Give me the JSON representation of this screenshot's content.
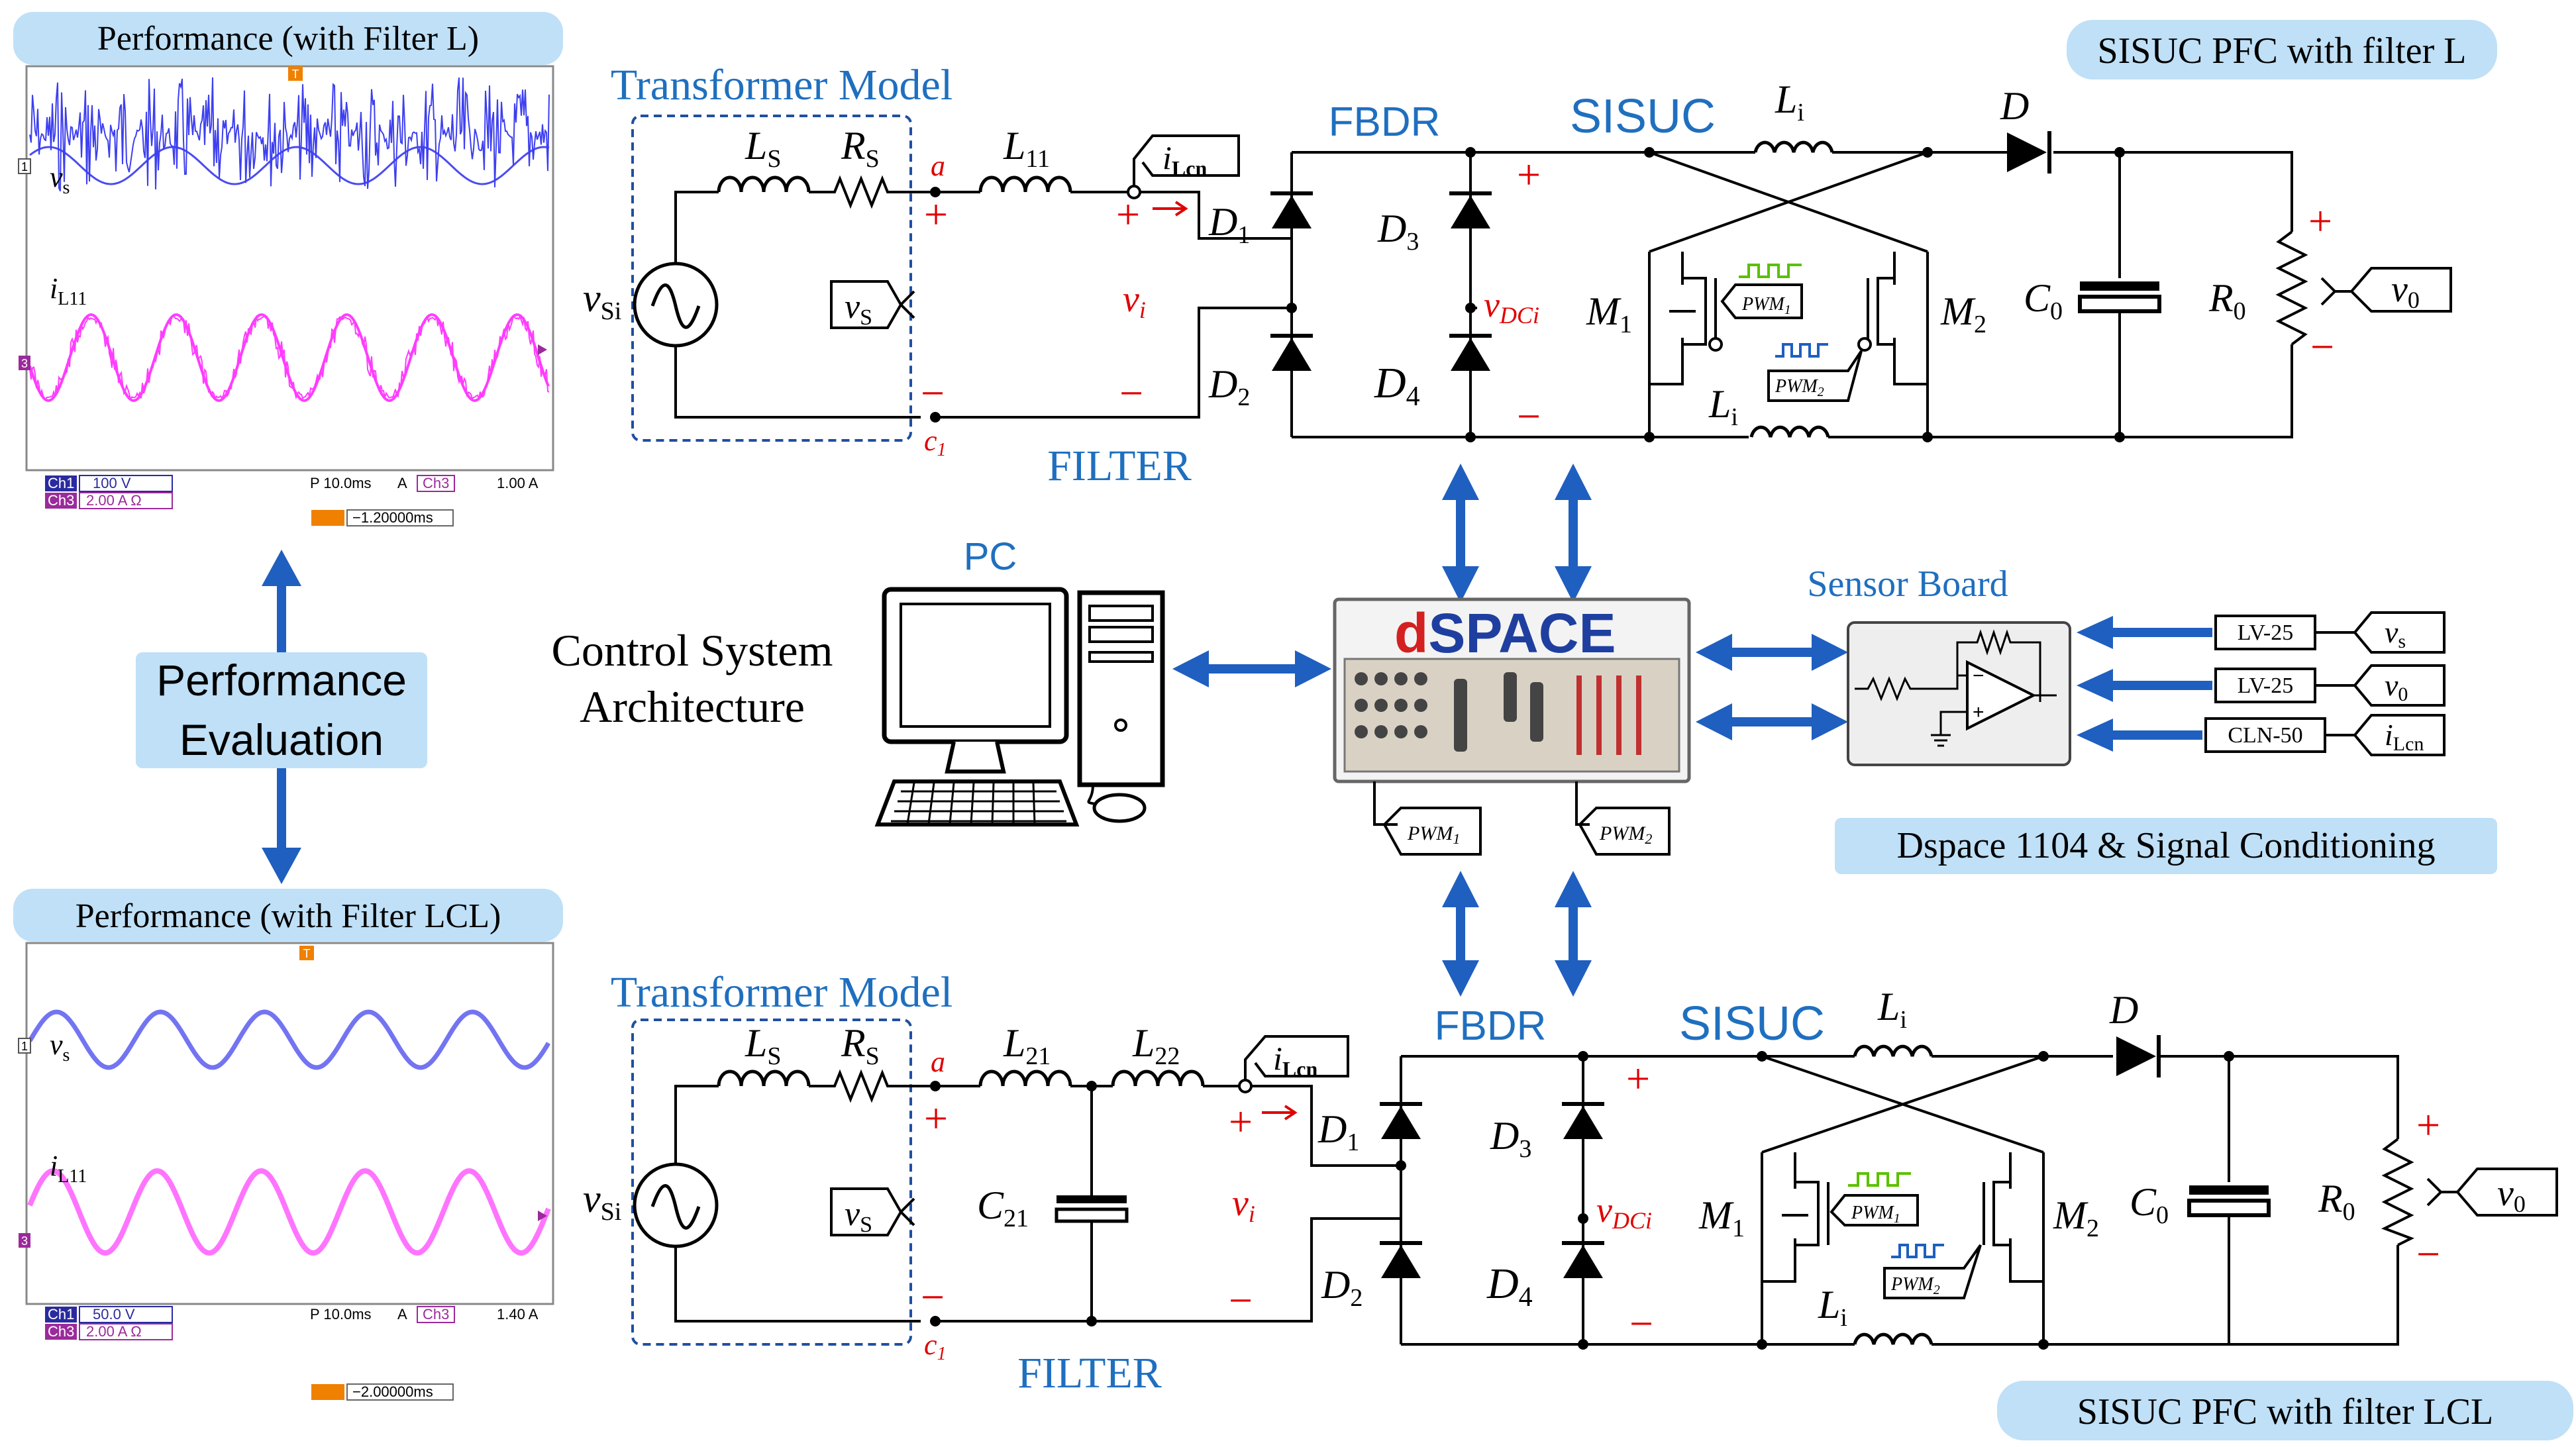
{
  "top_scope": {
    "title": "Performance (with Filter L)",
    "ch1_marker": "1",
    "ch3_marker": "3",
    "trigger_marker": "T",
    "wave1_label": "v",
    "wave1_sub": "s",
    "wave2_label": "i",
    "wave2_sub": "L11",
    "status_ch1": "Ch1",
    "status_ch1_val": "100 V",
    "status_ch3": "Ch3",
    "status_ch3_val": "2.00 A Ω",
    "status_time": "P 10.0ms",
    "status_a": "A",
    "status_ch3b": "Ch3",
    "status_level": "1.00 A",
    "trigger_offset": "−1.20000ms"
  },
  "bottom_scope": {
    "title": "Performance (with Filter LCL)",
    "ch1_marker": "1",
    "ch3_marker": "3",
    "trigger_marker": "T",
    "wave1_label": "v",
    "wave1_sub": "s",
    "wave2_label": "i",
    "wave2_sub": "L11",
    "status_ch1": "Ch1",
    "status_ch1_val": "50.0 V",
    "status_ch3": "Ch3",
    "status_ch3_val": "2.00 A Ω",
    "status_time": "P 10.0ms",
    "status_a": "A",
    "status_ch3b": "Ch3",
    "status_level": "1.40 A",
    "trigger_offset": "−2.00000ms"
  },
  "performance_eval": {
    "line1": "Performance",
    "line2": "Evaluation"
  },
  "top_circuit": {
    "banner": "SISUC PFC with filter L",
    "transformer_label": "Transformer Model",
    "filter_label": "FILTER",
    "fbdr_label": "FBDR",
    "sisuc_label": "SISUC",
    "Ls": "L",
    "Ls_sub": "S",
    "Rs": "R",
    "Rs_sub": "S",
    "L11": "L",
    "L11_sub": "11",
    "node_a": "a",
    "node_c1": "c",
    "node_c1_sub": "1",
    "vsi": "v",
    "vsi_sub": "Si",
    "vs_probe": "v",
    "vs_probe_sub": "S",
    "iLcn": "i",
    "iLcn_sub": "Lcn",
    "vi": "v",
    "vi_sub": "i",
    "D1": "D",
    "D1_sub": "1",
    "D2": "D",
    "D2_sub": "2",
    "D3": "D",
    "D3_sub": "3",
    "D4": "D",
    "D4_sub": "4",
    "vdci": "v",
    "vdci_sub": "DCi",
    "Li_top": "L",
    "Li_top_sub": "i",
    "Li_bot": "L",
    "Li_bot_sub": "i",
    "M1": "M",
    "M1_sub": "1",
    "M2": "M",
    "M2_sub": "2",
    "pwm1": "PWM",
    "pwm1_sub": "1",
    "pwm2": "PWM",
    "pwm2_sub": "2",
    "D": "D",
    "C0": "C",
    "C0_sub": "0",
    "R0": "R",
    "R0_sub": "0",
    "v0": "v",
    "v0_sub": "0",
    "plus": "+",
    "minus": "−"
  },
  "bottom_circuit": {
    "banner": "SISUC PFC with filter LCL",
    "transformer_label": "Transformer Model",
    "filter_label": "FILTER",
    "fbdr_label": "FBDR",
    "sisuc_label": "SISUC",
    "Ls": "L",
    "Ls_sub": "S",
    "Rs": "R",
    "Rs_sub": "S",
    "L21": "L",
    "L21_sub": "21",
    "L22": "L",
    "L22_sub": "22",
    "C21": "C",
    "C21_sub": "21",
    "node_a": "a",
    "node_c1": "c",
    "node_c1_sub": "1",
    "vsi": "v",
    "vsi_sub": "Si",
    "vs_probe": "v",
    "vs_probe_sub": "S",
    "iLcn": "i",
    "iLcn_sub": "Lcn",
    "vi": "v",
    "vi_sub": "i",
    "D1": "D",
    "D1_sub": "1",
    "D2": "D",
    "D2_sub": "2",
    "D3": "D",
    "D3_sub": "3",
    "D4": "D",
    "D4_sub": "4",
    "vdci": "v",
    "vdci_sub": "DCi",
    "Li_top": "L",
    "Li_top_sub": "i",
    "Li_bot": "L",
    "Li_bot_sub": "i",
    "M1": "M",
    "M1_sub": "1",
    "M2": "M",
    "M2_sub": "2",
    "pwm1": "PWM",
    "pwm1_sub": "1",
    "pwm2": "PWM",
    "pwm2_sub": "2",
    "D": "D",
    "C0": "C",
    "C0_sub": "0",
    "R0": "R",
    "R0_sub": "0",
    "v0": "v",
    "v0_sub": "0",
    "plus": "+",
    "minus": "−"
  },
  "control": {
    "pc_label": "PC",
    "title_line1": "Control System",
    "title_line2": "Architecture",
    "dspace_logo_d": "d",
    "dspace_logo_rest": "SPACE",
    "pwm1": "PWM",
    "pwm1_sub": "1",
    "pwm2": "PWM",
    "pwm2_sub": "2",
    "sensor_label": "Sensor Board",
    "sensors": [
      {
        "name": "LV-25",
        "signal": "v",
        "signal_sub": "s"
      },
      {
        "name": "LV-25",
        "signal": "v",
        "signal_sub": "0"
      },
      {
        "name": "CLN-50",
        "signal": "i",
        "signal_sub": "Lcn"
      }
    ],
    "dspace_banner": "Dspace 1104 & Signal Conditioning"
  },
  "colors": {
    "blue_label": "#1f6fbf",
    "arrow_blue": "#1f5fbf",
    "pill": "#bfe0f7",
    "red_sign": "#e00000",
    "scope_v": "#4a4cf0",
    "scope_i": "#ff3cff",
    "pwm_green": "#5cc000",
    "pwm_blue": "#1f5fbf"
  }
}
